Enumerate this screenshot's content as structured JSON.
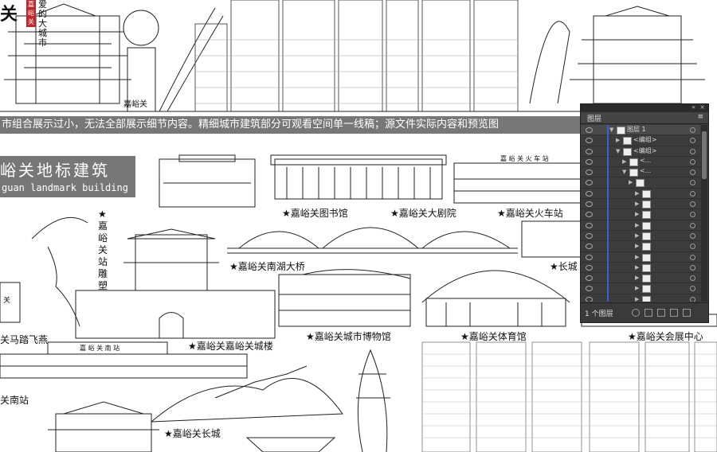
{
  "header": {
    "city_title_char": "关",
    "seal_text": "嘉峪关",
    "vertical_title": "爱的 大城市"
  },
  "banner": {
    "text": "市组合展示过小，无法全部展示细节内容。精细城市建筑部分可观看空间单一线稿；源文件实际内容和预览图"
  },
  "section_title": {
    "cn": "峪关地标建筑",
    "en": "guan landmark building"
  },
  "landmarks": {
    "library": "★嘉峪关图书馆",
    "theatre": "★嘉峪关大剧院",
    "railway_station": "★嘉峪关火车站",
    "station_sculpture": "★嘉峪关站雕塑",
    "nanhu_bridge": "★嘉峪关南湖大桥",
    "great_wall_partial": "★长城",
    "city_museum": "★嘉峪关城市博物馆",
    "stadium": "★嘉峪关体育馆",
    "expo_center": "★嘉峪关会展中心",
    "gate_tower": "★嘉峪关嘉峪关城楼",
    "horse_statue": "关马踏飞燕",
    "south_station_partial": "关南站",
    "great_wall": "★嘉峪关长城"
  },
  "signs": {
    "railway_station_sign": "嘉 峪 关 火 车 站",
    "south_station_sign": "嘉 峪 关 南 站",
    "pedestal_text": "关",
    "top_building_sign": "嘉峪关"
  },
  "layers_panel": {
    "tab_label": "图层",
    "layers": [
      {
        "name": "图层 1",
        "indent": 0,
        "open": true
      },
      {
        "name": "<编组>",
        "indent": 1,
        "open": false
      },
      {
        "name": "<编组>",
        "indent": 1,
        "open": true
      },
      {
        "name": "<...",
        "indent": 2,
        "open": false
      },
      {
        "name": "<...",
        "indent": 2,
        "open": true
      },
      {
        "name": "",
        "indent": 3,
        "open": false
      },
      {
        "name": "",
        "indent": 4,
        "open": false
      },
      {
        "name": "",
        "indent": 4,
        "open": false
      },
      {
        "name": "",
        "indent": 4,
        "open": false
      },
      {
        "name": "",
        "indent": 4,
        "open": false
      },
      {
        "name": "",
        "indent": 4,
        "open": false
      },
      {
        "name": "",
        "indent": 4,
        "open": false
      },
      {
        "name": "",
        "indent": 4,
        "open": false
      },
      {
        "name": "",
        "indent": 4,
        "open": false
      },
      {
        "name": "",
        "indent": 4,
        "open": false
      },
      {
        "name": "",
        "indent": 4,
        "open": false
      },
      {
        "name": "",
        "indent": 4,
        "open": false
      },
      {
        "name": "",
        "indent": 4,
        "open": false
      }
    ],
    "footer_count": "1 个图层"
  }
}
